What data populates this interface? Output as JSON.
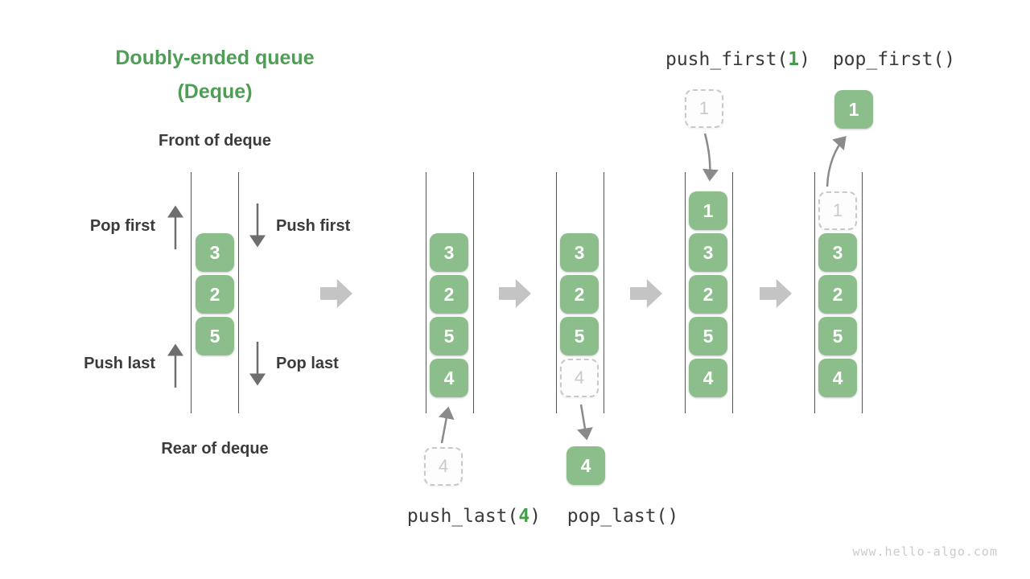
{
  "title": {
    "line1": "Doubly-ended queue",
    "line2": "(Deque)"
  },
  "side_labels": {
    "front": "Front of deque",
    "rear": "Rear of deque"
  },
  "edge_ops": {
    "pop_first": "Pop first",
    "push_first": "Push first",
    "push_last": "Push last",
    "pop_last": "Pop last"
  },
  "op_calls": {
    "push_first": {
      "prefix": "push_first(",
      "arg": "1",
      "suffix": ")"
    },
    "pop_first": {
      "text": "pop_first()"
    },
    "push_last": {
      "prefix": "push_last(",
      "arg": "4",
      "suffix": ")"
    },
    "pop_last": {
      "text": "pop_last()"
    }
  },
  "queues": {
    "initial": {
      "cells": [
        "3",
        "2",
        "5"
      ]
    },
    "after_push_last": {
      "cells": [
        "3",
        "2",
        "5",
        "4"
      ],
      "incoming": "4"
    },
    "after_pop_last": {
      "cells": [
        "3",
        "2",
        "5"
      ],
      "ghost": "4",
      "popped": "4"
    },
    "after_push_first": {
      "cells": [
        "1",
        "3",
        "2",
        "5",
        "4"
      ],
      "incoming": "1"
    },
    "after_pop_first": {
      "ghost": "1",
      "cells": [
        "3",
        "2",
        "5",
        "4"
      ],
      "popped": "1"
    }
  },
  "watermark": "www.hello-algo.com",
  "colors": {
    "cell_green": "#8BBE8A",
    "title_green": "#4E9E55",
    "arg_green": "#449E4B",
    "block_arrow_gray": "#C4C4C4",
    "thin_arrow_gray": "#6E6E6E",
    "connector_gray": "#8A8A8A",
    "ghost_gray": "#C9C9C9",
    "text_dark": "#3B3B3B",
    "channel_line": "#565656"
  }
}
